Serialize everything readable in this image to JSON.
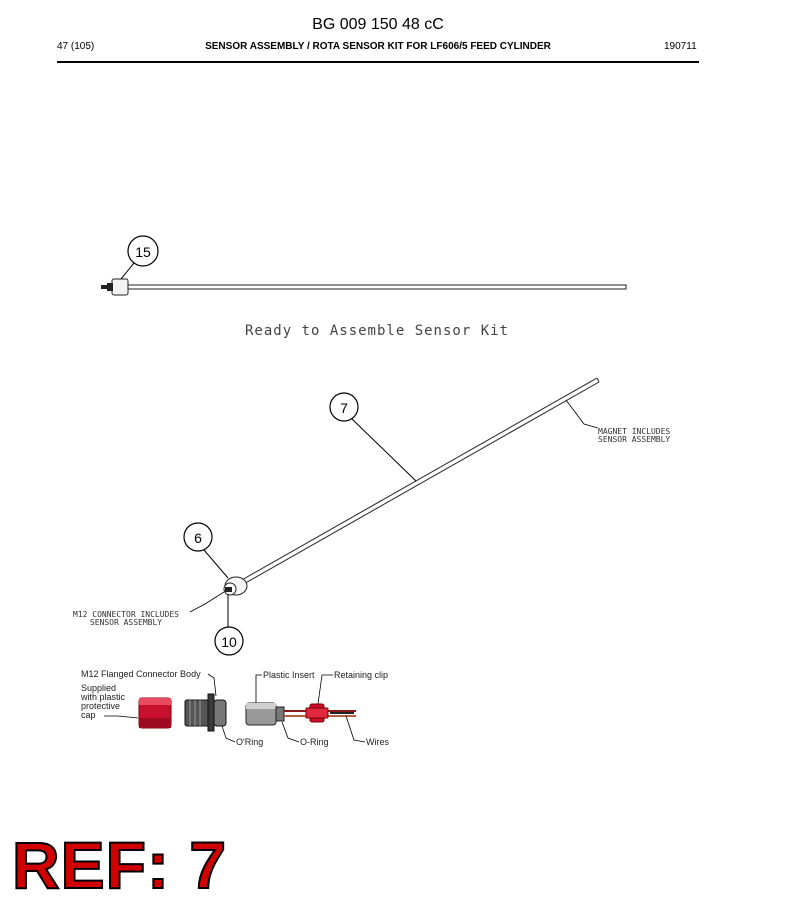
{
  "header": {
    "doc_id": "BG 009 150 48 cC",
    "page": "47 (105)",
    "title": "SENSOR ASSEMBLY / ROTA SENSOR KIT FOR LF606/5 FEED CYLINDER",
    "date": "190711"
  },
  "drawing": {
    "kit_caption": "Ready to Assemble Sensor Kit",
    "balloons": {
      "b15": "15",
      "b7": "7",
      "b6": "6",
      "b10": "10"
    },
    "magnet_note": [
      "MAGNET INCLUDES",
      "SENSOR ASSEMBLY"
    ],
    "connector_note": [
      "M12 CONNECTOR INCLUDES",
      "SENSOR ASSEMBLY"
    ]
  },
  "detail": {
    "body_label": "M12 Flanged Connector Body",
    "cap_note": [
      "Supplied",
      "with plastic",
      "protective",
      "cap"
    ],
    "insert_label": "Plastic Insert",
    "clip_label": "Retaining clip",
    "oring1": "O'Ring",
    "oring2": "O-Ring",
    "wires": "Wires"
  },
  "ref_label": "REF: 7"
}
